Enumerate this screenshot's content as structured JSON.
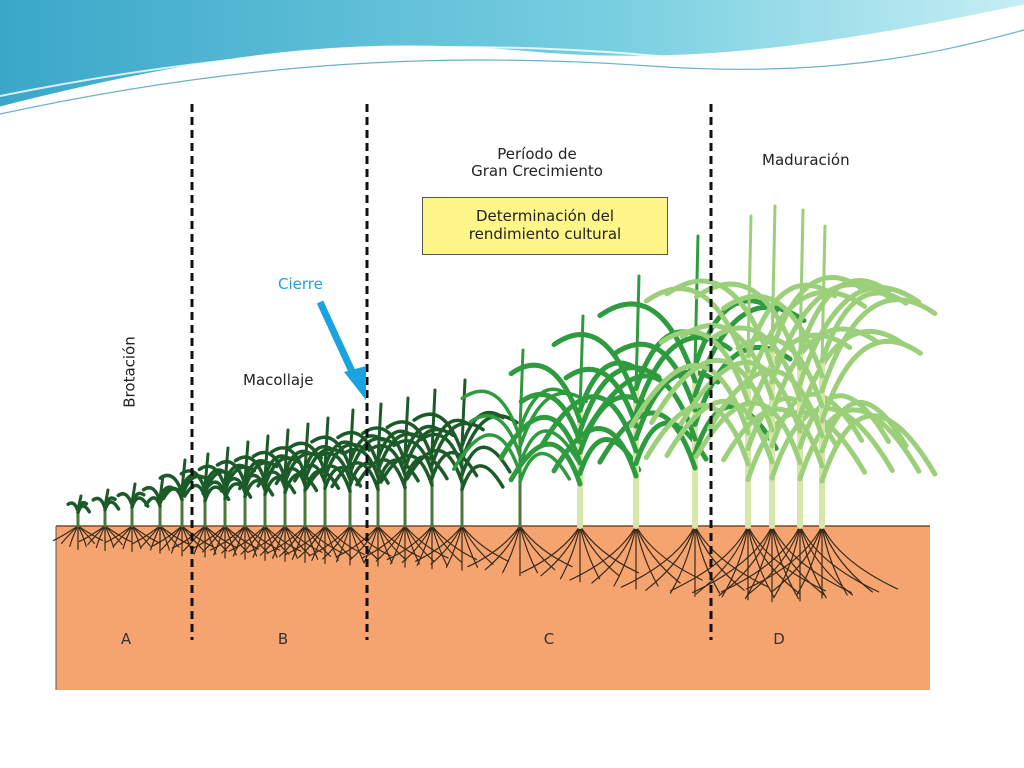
{
  "diagram": {
    "phases": {
      "brotacion": "Brotación",
      "macollaje": "Macollaje",
      "cierre": "Cierre",
      "periodo_line1": "Período de",
      "periodo_line2": "Gran Crecimiento",
      "maduracion": "Maduración"
    },
    "yield_box": {
      "line1": "Determinación del",
      "line2": "rendimiento cultural"
    },
    "stages": [
      "A",
      "B",
      "C",
      "D"
    ]
  },
  "colors": {
    "soil": "#f5a470",
    "arrow": "#1aa3e0",
    "box": "#fff68a",
    "dark_green": "#1d5a2a",
    "mid_green": "#2e9b3e",
    "light_green": "#9ccf7a"
  }
}
